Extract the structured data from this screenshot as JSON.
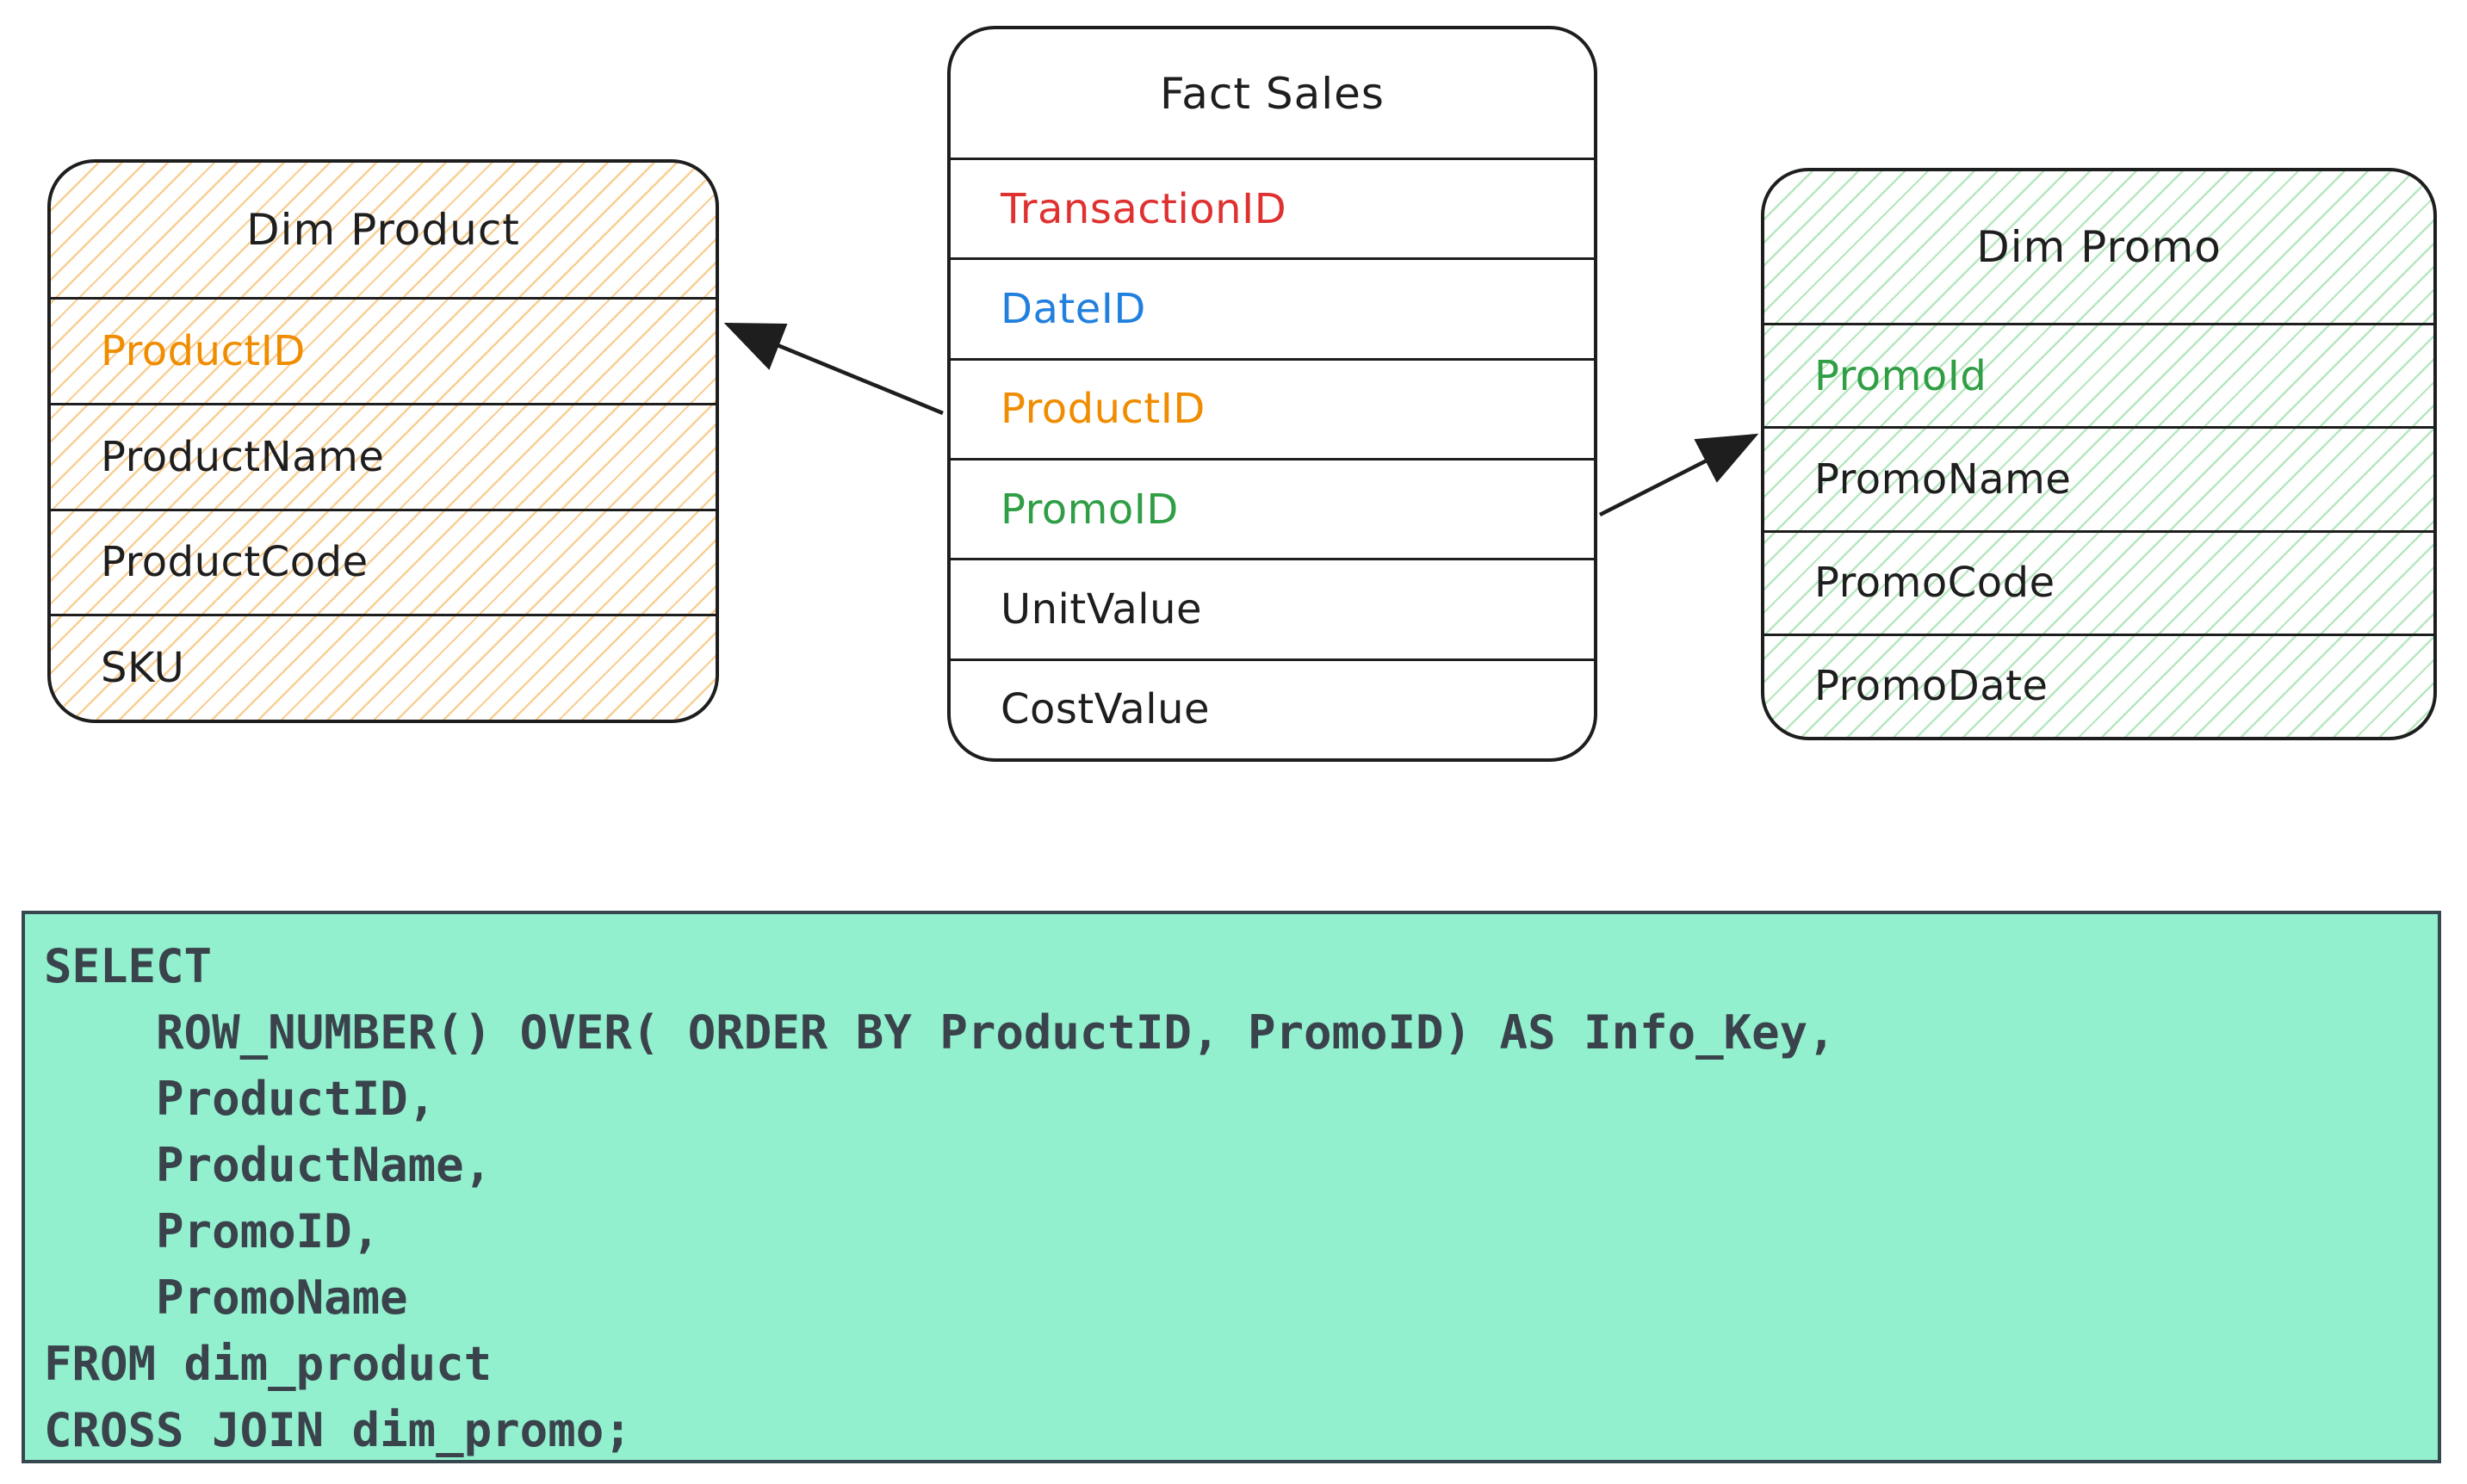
{
  "diagram": {
    "tables": [
      {
        "id": "dim-product",
        "title": "Dim Product",
        "fill_style": "orange-hachure",
        "accent_color": "#f08c00",
        "rows": [
          {
            "label": "ProductID",
            "color": "#f08c00",
            "is_key": true
          },
          {
            "label": "ProductName",
            "color": "#1e1e1e",
            "is_key": false
          },
          {
            "label": "ProductCode",
            "color": "#1e1e1e",
            "is_key": false
          },
          {
            "label": "SKU",
            "color": "#1e1e1e",
            "is_key": false
          }
        ]
      },
      {
        "id": "fact-sales",
        "title": "Fact Sales",
        "fill_style": "white",
        "accent_color": "#1e1e1e",
        "rows": [
          {
            "label": "TransactionID",
            "color": "#e03131",
            "is_key": true
          },
          {
            "label": "DateID",
            "color": "#2180de",
            "is_key": true
          },
          {
            "label": "ProductID",
            "color": "#f08c00",
            "is_key": true
          },
          {
            "label": "PromoID",
            "color": "#2f9e44",
            "is_key": true
          },
          {
            "label": "UnitValue",
            "color": "#1e1e1e",
            "is_key": false
          },
          {
            "label": "CostValue",
            "color": "#1e1e1e",
            "is_key": false
          }
        ]
      },
      {
        "id": "dim-promo",
        "title": "Dim Promo",
        "fill_style": "green-hachure",
        "accent_color": "#2f9e44",
        "rows": [
          {
            "label": "PromoId",
            "color": "#2f9e44",
            "is_key": true
          },
          {
            "label": "PromoName",
            "color": "#1e1e1e",
            "is_key": false
          },
          {
            "label": "PromoCode",
            "color": "#1e1e1e",
            "is_key": false
          },
          {
            "label": "PromoDate",
            "color": "#1e1e1e",
            "is_key": false
          }
        ]
      }
    ],
    "relationships": [
      {
        "from": "Fact Sales.ProductID",
        "to": "Dim Product.ProductID"
      },
      {
        "from": "Fact Sales.PromoID",
        "to": "Dim Promo.PromoId"
      }
    ]
  },
  "sql": {
    "code": "SELECT\n    ROW_NUMBER() OVER( ORDER BY ProductID, PromoID) AS Info_Key,\n    ProductID,\n    ProductName,\n    PromoID,\n    PromoName\nFROM dim_product\nCROSS JOIN dim_promo;"
  },
  "colors": {
    "ink": "#1e1e1e",
    "orange": "#f08c00",
    "red": "#e03131",
    "blue": "#2180de",
    "green": "#2f9e44",
    "sql_background": "#92f0ce",
    "sql_border": "#37474f",
    "sql_text": "#3a434c"
  }
}
